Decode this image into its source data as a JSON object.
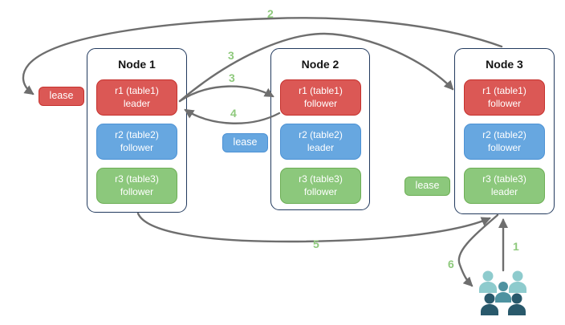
{
  "nodes": [
    {
      "title": "Node 1",
      "replicas": [
        {
          "name": "r1 (table1)",
          "role": "leader"
        },
        {
          "name": "r2 (table2)",
          "role": "follower"
        },
        {
          "name": "r3 (table3)",
          "role": "follower"
        }
      ]
    },
    {
      "title": "Node 2",
      "replicas": [
        {
          "name": "r1 (table1)",
          "role": "follower"
        },
        {
          "name": "r2 (table2)",
          "role": "leader"
        },
        {
          "name": "r3 (table3)",
          "role": "follower"
        }
      ]
    },
    {
      "title": "Node 3",
      "replicas": [
        {
          "name": "r1 (table1)",
          "role": "follower"
        },
        {
          "name": "r2 (table2)",
          "role": "follower"
        },
        {
          "name": "r3 (table3)",
          "role": "leader"
        }
      ]
    }
  ],
  "leases": [
    {
      "label": "lease"
    },
    {
      "label": "lease"
    },
    {
      "label": "lease"
    }
  ],
  "steps": [
    {
      "id": "1",
      "label": "1"
    },
    {
      "id": "2",
      "label": "2"
    },
    {
      "id": "3a",
      "label": "3"
    },
    {
      "id": "3b",
      "label": "3"
    },
    {
      "id": "4",
      "label": "4"
    },
    {
      "id": "5",
      "label": "5"
    },
    {
      "id": "6",
      "label": "6"
    }
  ],
  "colors": {
    "replica_red": {
      "fill": "#db5855",
      "border": "#c5312d"
    },
    "replica_blue": {
      "fill": "#67a7e0",
      "border": "#4d92d4"
    },
    "replica_green": {
      "fill": "#8cc87c",
      "border": "#6dae55"
    },
    "node_border": "#223a5e",
    "arrow": "#6e6e6e",
    "step_text": "#8ec97c",
    "users_light": "#8ecbcd",
    "users_medium": "#4e92a0",
    "users_dark": "#29596b"
  }
}
